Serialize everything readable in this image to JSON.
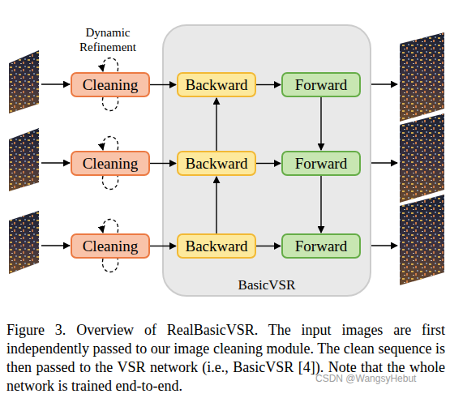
{
  "diagram": {
    "caption": "Figure 3. Overview of RealBasicVSR. The input images are first independently passed to our image cleaning module. The clean sequence is then passed to the VSR network (i.e., BasicVSR [4]). Note that the whole network is trained end-to-end.",
    "nodes": [
      {
        "text": [
          "BasicVSR"
        ]
      },
      {
        "text": [
          "Cleaning"
        ]
      },
      {
        "text": [
          "Backward"
        ],
        "in": 0
      },
      {
        "text": [
          "Forward"
        ],
        "in": 0
      },
      {
        "text": [
          "Cleaning"
        ]
      },
      {
        "text": [
          "Backward"
        ],
        "in": 0
      },
      {
        "text": [
          "Forward"
        ],
        "in": 0
      },
      {
        "text": [
          "Cleaning"
        ]
      },
      {
        "text": [
          "Backward"
        ],
        "in": 0
      },
      {
        "text": [
          "Forward"
        ],
        "in": 0
      }
    ],
    "edges": [
      {
        "from": 1,
        "to": 2,
        "arrow": "to"
      },
      {
        "from": 2,
        "to": 3,
        "arrow": "to"
      },
      {
        "from": 4,
        "to": 5,
        "arrow": "to"
      },
      {
        "from": 5,
        "to": 6,
        "arrow": "to"
      },
      {
        "from": 7,
        "to": 8,
        "arrow": "to"
      },
      {
        "from": 8,
        "to": 9,
        "arrow": "to"
      },
      {
        "from": 8,
        "to": 5,
        "arrow": "to"
      },
      {
        "from": 5,
        "to": 2,
        "arrow": "to"
      },
      {
        "from": 3,
        "to": 6,
        "arrow": "to"
      },
      {
        "from": 6,
        "to": 9,
        "arrow": "to"
      }
    ],
    "labels": [
      "Dynamic Refinement",
      "CSDN @WangsyHebut"
    ]
  }
}
